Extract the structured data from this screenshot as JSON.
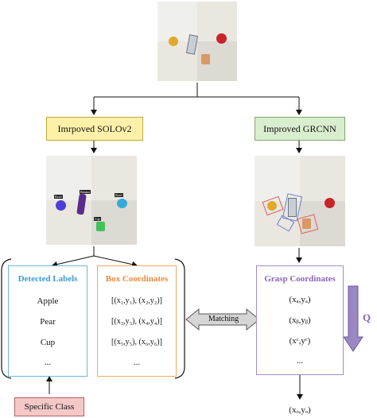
{
  "top_photo": {
    "label": ""
  },
  "left_module": {
    "label": "Imrpoved SOLOv2"
  },
  "right_module": {
    "label": "Improved GRCNN"
  },
  "seg_labels": [
    "Bowl",
    "Banana",
    "Bowl",
    "Cup"
  ],
  "detected_labels": {
    "title": "Detected Labels",
    "items": [
      "Apple",
      "Pear",
      "Cup",
      "..."
    ]
  },
  "box_coordinates": {
    "title": "Box Coordinates",
    "items": [
      "[(x₁,y₁), (x₂,y₂)]",
      "[(x₃,y₃), (x₄,y₄)]",
      "[(x₅,y₅), (x₆,y₆)]",
      "..."
    ]
  },
  "grasp_coordinates": {
    "title": "Grasp Coordinates",
    "items": [
      "(xₐ,yₐ)",
      "(xᵦ,yᵦ)",
      "(xᶜ,yᶜ)",
      "..."
    ]
  },
  "matching_label": "Matching",
  "q_label": "Q",
  "output_label": "(xₒ,yₒ)",
  "specific_class_label": "Specific Class",
  "colors": {
    "yellow_fill": "#fdf0a8",
    "green_fill": "#d9edcf",
    "pink_fill": "#f5c8c8",
    "detected_border": "#6cb6de",
    "detected_title": "#3a9ad1",
    "box_border": "#f2a86a",
    "box_title": "#f08a3a",
    "grasp_border": "#a58cc8",
    "grasp_title": "#8a66b8",
    "q_arrow": "#9b87c4"
  }
}
